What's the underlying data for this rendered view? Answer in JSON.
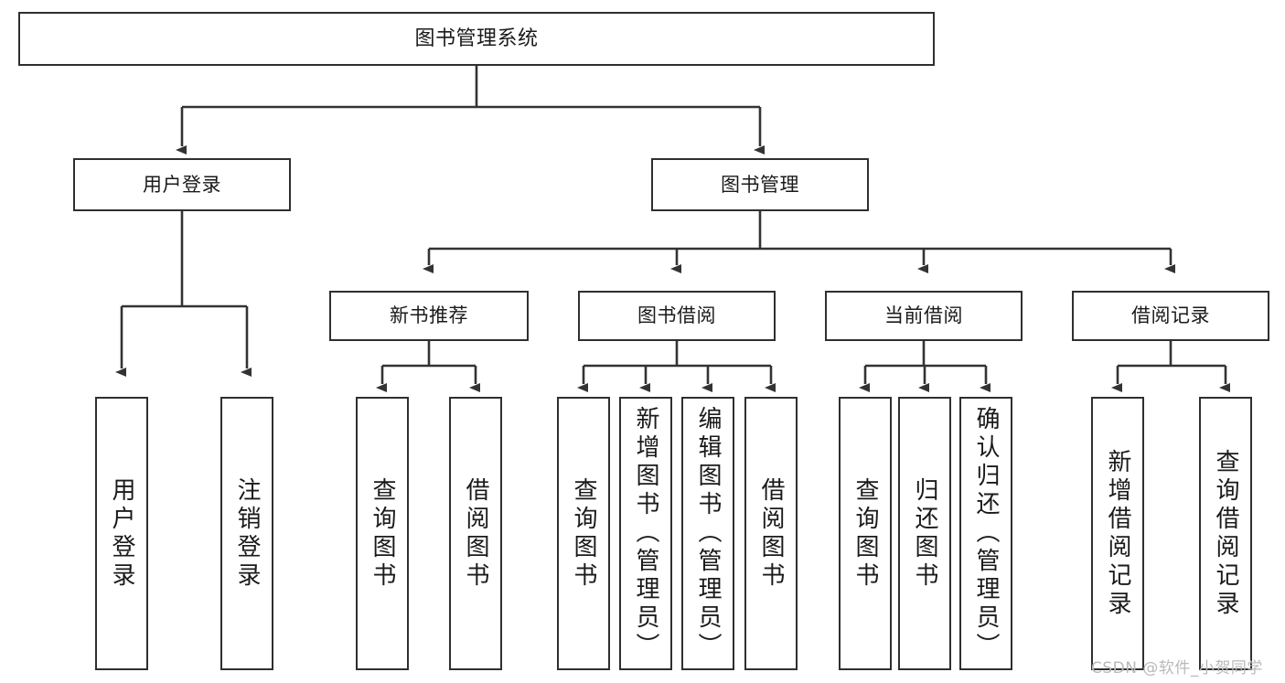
{
  "diagram": {
    "title": "图书管理系统",
    "type": "tree-hierarchy",
    "root": {
      "label": "图书管理系统"
    },
    "level2": [
      {
        "label": "用户登录"
      },
      {
        "label": "图书管理"
      }
    ],
    "level3": [
      {
        "label": "新书推荐"
      },
      {
        "label": "图书借阅"
      },
      {
        "label": "当前借阅"
      },
      {
        "label": "借阅记录"
      }
    ],
    "leaves": {
      "user_login": [
        {
          "label": "用户登录"
        },
        {
          "label": "注销登录"
        }
      ],
      "new_book_recommend": [
        {
          "label": "查询图书"
        },
        {
          "label": "借阅图书"
        }
      ],
      "book_borrow": [
        {
          "label": "查询图书"
        },
        {
          "label": "新增图书（管理员）"
        },
        {
          "label": "编辑图书（管理员）"
        },
        {
          "label": "借阅图书"
        }
      ],
      "current_borrow": [
        {
          "label": "查询图书"
        },
        {
          "label": "归还图书"
        },
        {
          "label": "确认归还（管理员）"
        }
      ],
      "borrow_record": [
        {
          "label": "新增借阅记录"
        },
        {
          "label": "查询借阅记录"
        }
      ]
    }
  },
  "watermark": {
    "text": "CSDN @软件_小贺同学"
  },
  "colors": {
    "border": "#2f2f2f",
    "line": "#333333",
    "background": "#ffffff",
    "text": "#1a1a1a",
    "watermark": "#b9b9b9"
  }
}
